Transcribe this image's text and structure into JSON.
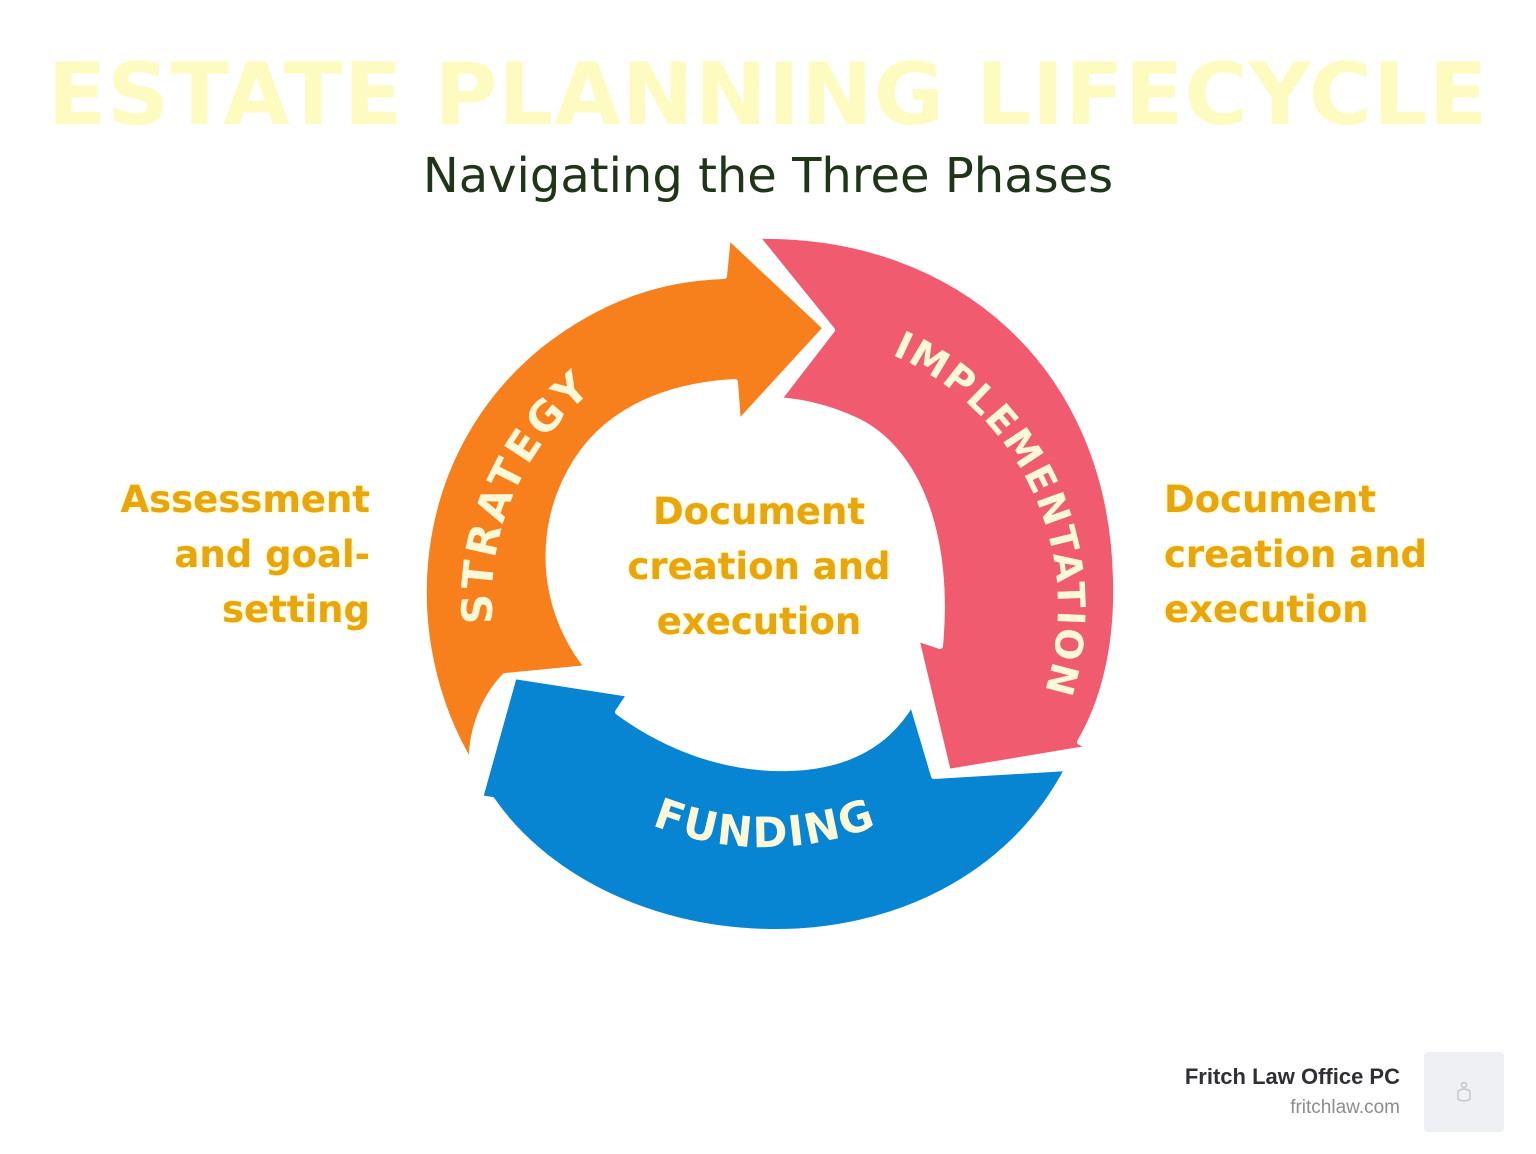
{
  "header": {
    "title": "ESTATE PLANNING LIFECYCLE",
    "subtitle": "Navigating the Three Phases"
  },
  "cycle": {
    "phases": [
      {
        "label": "STRATEGY",
        "color": "#f77f1c"
      },
      {
        "label": "IMPLEMENTATION",
        "color": "#f05b70"
      },
      {
        "label": "FUNDING",
        "color": "#0784d2"
      }
    ],
    "label_color": "#fdf9d8"
  },
  "notes": {
    "left": [
      "Assessment",
      "and goal-",
      "setting"
    ],
    "center": [
      "Document",
      "creation and",
      "execution"
    ],
    "right": [
      "Document",
      "creation and",
      "execution"
    ],
    "color": "#e8a50c"
  },
  "footer": {
    "company": "Fritch Law Office PC",
    "site": "fritchlaw.com",
    "logo_icon": "scales-logo-icon"
  }
}
